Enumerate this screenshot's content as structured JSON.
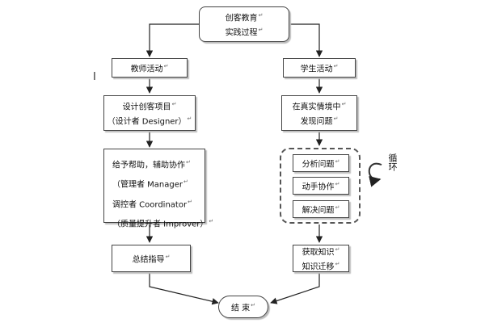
{
  "diagram": {
    "top": {
      "line1": "创客教育",
      "line2": "实践过程"
    },
    "teacher": {
      "header": "教师活动",
      "design": {
        "line1": "设计创客项目",
        "line2": "（设计者 Designer）"
      },
      "help": {
        "line1": "给予帮助，辅助协作",
        "line2": "（管理者 Manager",
        "line3": "调控者 Coordinator",
        "line4": "（质量提升者 Improver）"
      },
      "summary": "总结指导"
    },
    "student": {
      "header": "学生活动",
      "find": {
        "line1": "在真实情境中",
        "line2": "发现问题"
      },
      "analyze": "分析问题",
      "collaborate": "动手协作",
      "solve": "解决问题",
      "acquire": {
        "line1": "获取知识",
        "line2": "知识迁移"
      }
    },
    "cycle_label": "循环",
    "end": "结 束"
  },
  "colors": {
    "border": "#444444",
    "shadow": "#bdbdbd",
    "line": "#222222"
  }
}
